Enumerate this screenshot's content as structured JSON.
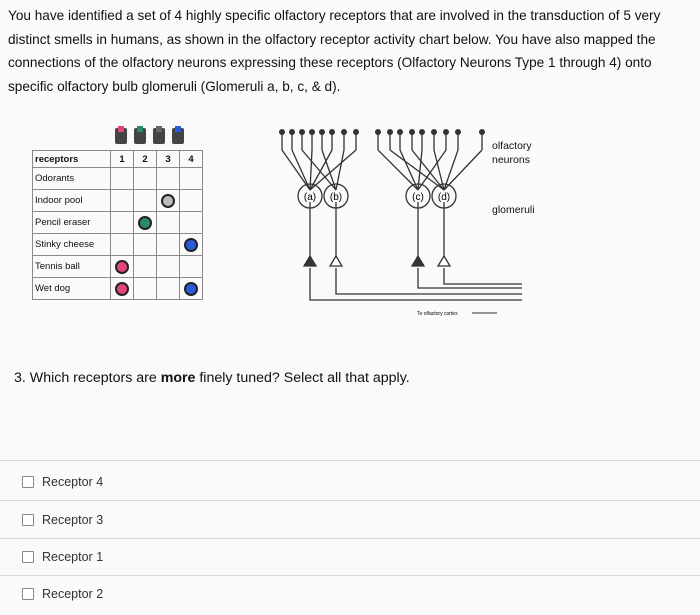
{
  "intro": "You have identified a set of 4 highly specific olfactory receptors that are involved in the transduction of 5 very distinct smells in humans, as shown in the olfactory receptor activity chart below. You have also mapped the connections of the olfactory neurons expressing these receptors (Olfactory Neurons Type 1 through 4) onto specific olfactory bulb glomeruli (Glomeruli a, b, c, & d).",
  "chart": {
    "receptors_label": "receptors",
    "odorants_label": "Odorants",
    "receptor_numbers": [
      "1",
      "2",
      "3",
      "4"
    ],
    "receptor_icon_colors": [
      "#e0457b",
      "#2b8a6e",
      "#666666",
      "#2b5bd7"
    ],
    "rows": [
      {
        "odorant": "Indoor pool",
        "active": [
          3
        ],
        "colors": [
          "#bbbbbb"
        ]
      },
      {
        "odorant": "Pencil eraser",
        "active": [
          2
        ],
        "colors": [
          "#2b8a6e"
        ]
      },
      {
        "odorant": "Stinky cheese",
        "active": [
          4
        ],
        "colors": [
          "#2b5bd7"
        ]
      },
      {
        "odorant": "Tennis ball",
        "active": [
          1
        ],
        "colors": [
          "#e0457b"
        ]
      },
      {
        "odorant": "Wet dog",
        "active": [
          1,
          4
        ],
        "colors": [
          "#e0457b",
          "#2b5bd7"
        ]
      }
    ]
  },
  "diagram": {
    "olfactory_neurons_label_1": "olfactory",
    "olfactory_neurons_label_2": "neurons",
    "glomeruli_label": "glomeruli",
    "glomeruli": [
      "(a)",
      "(b)",
      "(c)",
      "(d)"
    ],
    "cortex_label": "To olfactory cortex"
  },
  "question": {
    "number": "3.",
    "text_before": "Which receptors are",
    "bold": "more",
    "text_after": "finely tuned? Select all that apply."
  },
  "options": [
    {
      "label": "Receptor 4",
      "checked": false
    },
    {
      "label": "Receptor 3",
      "checked": false
    },
    {
      "label": "Receptor 1",
      "checked": false
    },
    {
      "label": "Receptor 2",
      "checked": false
    }
  ]
}
